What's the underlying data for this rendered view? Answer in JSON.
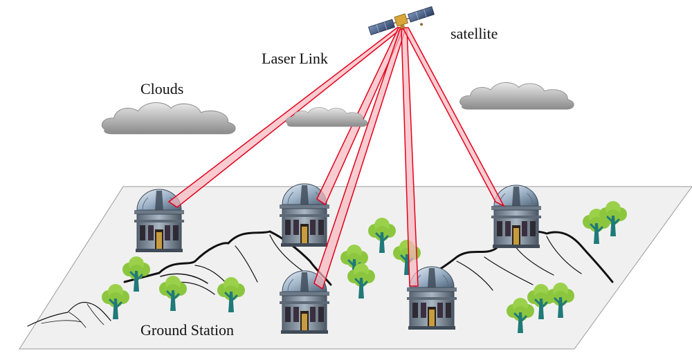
{
  "labels": {
    "satellite": "satellite",
    "laser_link": "Laser Link",
    "clouds": "Clouds",
    "ground_station": "Ground Station"
  },
  "colors": {
    "beam": "#e2001a",
    "beam_fill": "#f6b7bd",
    "ground": "#f0f0f0",
    "tree_canopy": "#8cc63f",
    "tree_trunk": "#1f7a78",
    "dome": "#9fb3c8",
    "building": "#7f8c9a",
    "cloud": "#c8c8c8",
    "mountain": "#111111"
  },
  "icons": [
    "satellite-icon",
    "cloud-icon",
    "observatory-icon",
    "tree-icon",
    "mountain-icon"
  ]
}
